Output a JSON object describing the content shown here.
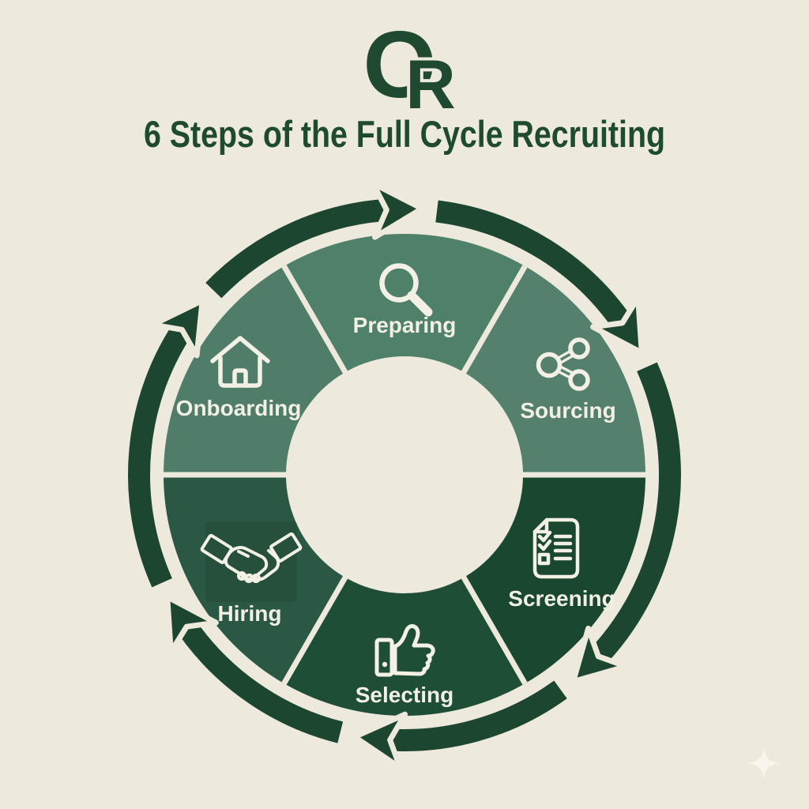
{
  "page": {
    "background_color": "#EDE9DC"
  },
  "logo": {
    "letter_o": "O",
    "letter_r": "R",
    "color": "#1F4A31"
  },
  "title": {
    "text": "6 Steps of the Full Cycle Recruiting",
    "color": "#1E4A2F"
  },
  "wheel": {
    "direction": "clockwise",
    "ring_color": "#1C4630",
    "divider_color": "#EDE9DC",
    "center_color": "#EDE9DC",
    "label_color": "#F2EFE4",
    "icon_color": "#F3F0E5",
    "steps": [
      {
        "label": "Preparing",
        "icon": "magnifier-search-icon",
        "color": "#4F8069"
      },
      {
        "label": "Sourcing",
        "icon": "share-network-icon",
        "color": "#54806D"
      },
      {
        "label": "Screening",
        "icon": "checklist-document-icon",
        "color": "#1A472F"
      },
      {
        "label": "Selecting",
        "icon": "thumbs-up-icon",
        "color": "#1E4E35"
      },
      {
        "label": "Hiring",
        "icon": "handshake-icon",
        "color": "#2B5844",
        "panel_color": "#26503C"
      },
      {
        "label": "Onboarding",
        "icon": "house-icon",
        "color": "#4F7D6A"
      }
    ]
  },
  "watermark": {
    "icon": "sparkle-icon",
    "color": "#F8F5EC"
  }
}
